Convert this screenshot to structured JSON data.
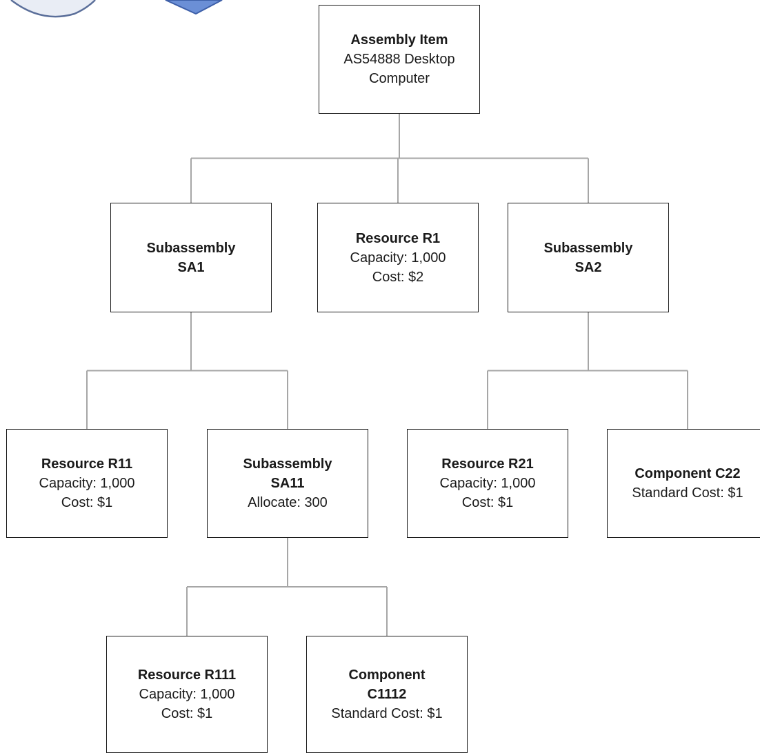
{
  "diagram": {
    "colors": {
      "border": "#1a1a1a",
      "connector": "#a6a6a6",
      "background": "#ffffff"
    },
    "nodes": {
      "assembly": {
        "title": [
          "Assembly Item"
        ],
        "lines": [
          "AS54888 Desktop",
          "Computer"
        ]
      },
      "sa1": {
        "title": [
          "Subassembly",
          "SA1"
        ],
        "lines": []
      },
      "r1": {
        "title": [
          "Resource R1"
        ],
        "lines": [
          "Capacity: 1,000",
          "Cost: $2"
        ]
      },
      "sa2": {
        "title": [
          "Subassembly",
          "SA2"
        ],
        "lines": []
      },
      "r11": {
        "title": [
          "Resource R11"
        ],
        "lines": [
          "Capacity: 1,000",
          "Cost: $1"
        ]
      },
      "sa11": {
        "title": [
          "Subassembly",
          "SA11"
        ],
        "lines": [
          "Allocate: 300"
        ]
      },
      "r21": {
        "title": [
          "Resource R21"
        ],
        "lines": [
          "Capacity: 1,000",
          "Cost: $1"
        ]
      },
      "c22": {
        "title": [
          "Component C22"
        ],
        "lines": [
          "Standard Cost: $1"
        ]
      },
      "r111": {
        "title": [
          "Resource R111"
        ],
        "lines": [
          "Capacity: 1,000",
          "Cost: $1"
        ]
      },
      "c1112": {
        "title": [
          "Component",
          "C1112"
        ],
        "lines": [
          "Standard Cost: $1"
        ]
      }
    },
    "edges": [
      [
        "assembly",
        "sa1"
      ],
      [
        "assembly",
        "r1"
      ],
      [
        "assembly",
        "sa2"
      ],
      [
        "sa1",
        "r11"
      ],
      [
        "sa1",
        "sa11"
      ],
      [
        "sa2",
        "r21"
      ],
      [
        "sa2",
        "c22"
      ],
      [
        "sa11",
        "r111"
      ],
      [
        "sa11",
        "c1112"
      ]
    ]
  }
}
